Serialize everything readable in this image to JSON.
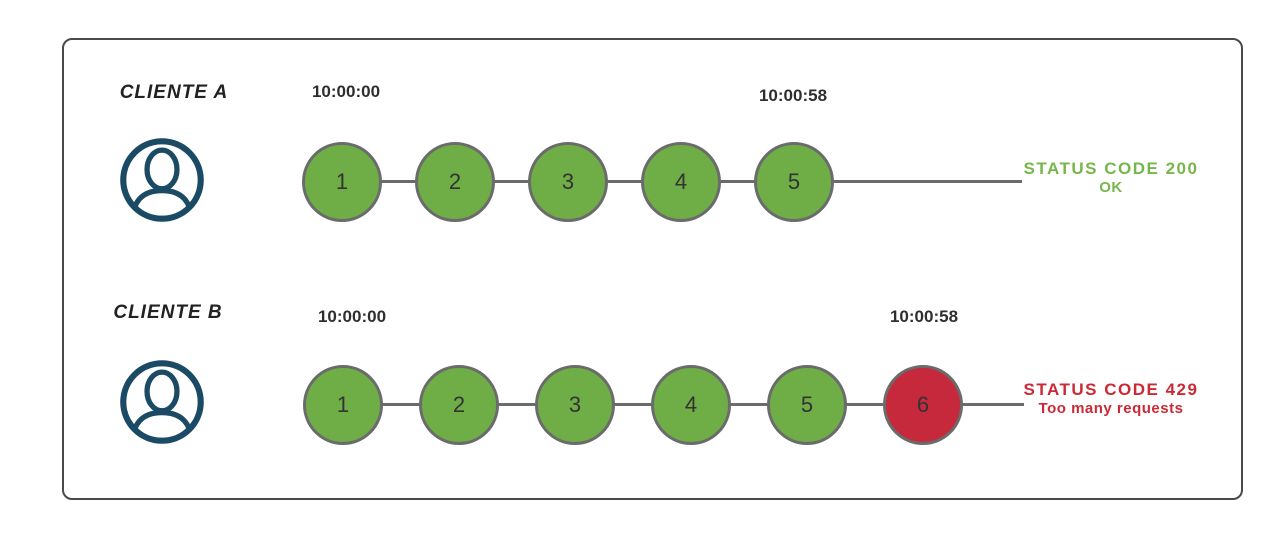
{
  "colors": {
    "green": "#6fad47",
    "red": "#c5293b",
    "green_text": "#77b64c",
    "red_text": "#cc2936",
    "line": "#6b6b6b",
    "border": "#4a4a4a",
    "navy": "#1b4a64",
    "text": "#2e2e2e"
  },
  "diagram": {
    "rows": [
      {
        "client": "CLIENTE A",
        "start_time": "10:00:00",
        "end_time": "10:00:58",
        "requests": [
          {
            "n": "1",
            "status": "ok"
          },
          {
            "n": "2",
            "status": "ok"
          },
          {
            "n": "3",
            "status": "ok"
          },
          {
            "n": "4",
            "status": "ok"
          },
          {
            "n": "5",
            "status": "ok"
          }
        ],
        "status": {
          "line1": "STATUS CODE 200",
          "line2": "OK",
          "type": "ok"
        }
      },
      {
        "client": "CLIENTE B",
        "start_time": "10:00:00",
        "end_time": "10:00:58",
        "requests": [
          {
            "n": "1",
            "status": "ok"
          },
          {
            "n": "2",
            "status": "ok"
          },
          {
            "n": "3",
            "status": "ok"
          },
          {
            "n": "4",
            "status": "ok"
          },
          {
            "n": "5",
            "status": "ok"
          },
          {
            "n": "6",
            "status": "blocked"
          }
        ],
        "status": {
          "line1": "STATUS CODE 429",
          "line2": "Too many requests",
          "type": "blocked"
        }
      }
    ]
  }
}
